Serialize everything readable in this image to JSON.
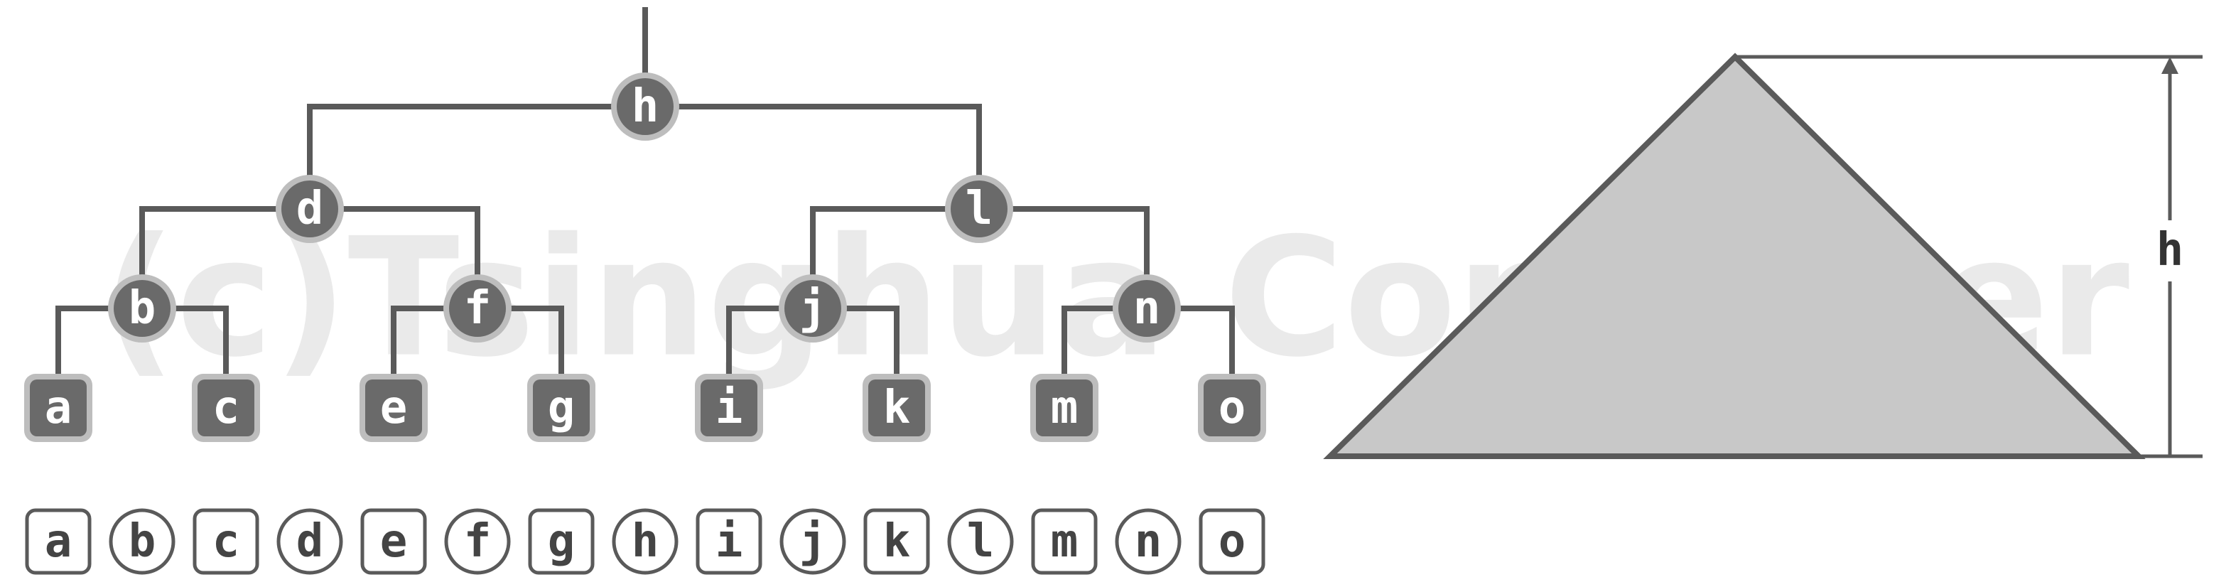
{
  "tree": {
    "root": "h",
    "internal_nodes": [
      "h",
      "d",
      "l",
      "b",
      "f",
      "j",
      "n"
    ],
    "leaves": [
      "a",
      "c",
      "e",
      "g",
      "i",
      "k",
      "m",
      "o"
    ],
    "edges": [
      [
        "h",
        "d"
      ],
      [
        "h",
        "l"
      ],
      [
        "d",
        "b"
      ],
      [
        "d",
        "f"
      ],
      [
        "l",
        "j"
      ],
      [
        "l",
        "n"
      ],
      [
        "b",
        "a"
      ],
      [
        "b",
        "c"
      ],
      [
        "f",
        "e"
      ],
      [
        "f",
        "g"
      ],
      [
        "j",
        "i"
      ],
      [
        "j",
        "k"
      ],
      [
        "n",
        "m"
      ],
      [
        "n",
        "o"
      ]
    ]
  },
  "sequence": {
    "items": [
      {
        "label": "a",
        "shape": "square"
      },
      {
        "label": "b",
        "shape": "circle"
      },
      {
        "label": "c",
        "shape": "square"
      },
      {
        "label": "d",
        "shape": "circle"
      },
      {
        "label": "e",
        "shape": "square"
      },
      {
        "label": "f",
        "shape": "circle"
      },
      {
        "label": "g",
        "shape": "square"
      },
      {
        "label": "h",
        "shape": "circle"
      },
      {
        "label": "i",
        "shape": "square"
      },
      {
        "label": "j",
        "shape": "circle"
      },
      {
        "label": "k",
        "shape": "square"
      },
      {
        "label": "l",
        "shape": "circle"
      },
      {
        "label": "m",
        "shape": "square"
      },
      {
        "label": "n",
        "shape": "circle"
      },
      {
        "label": "o",
        "shape": "square"
      }
    ]
  },
  "watermark": "(c)Tsinghua Computer",
  "triangle": {
    "height_label": "h"
  },
  "colors": {
    "node_fill": "#6a6a6a",
    "node_ring": "#bdbdbd",
    "edge": "#5a5a5a",
    "triangle_fill": "#c8c8c8",
    "sequence_border": "#5a5a5a"
  }
}
